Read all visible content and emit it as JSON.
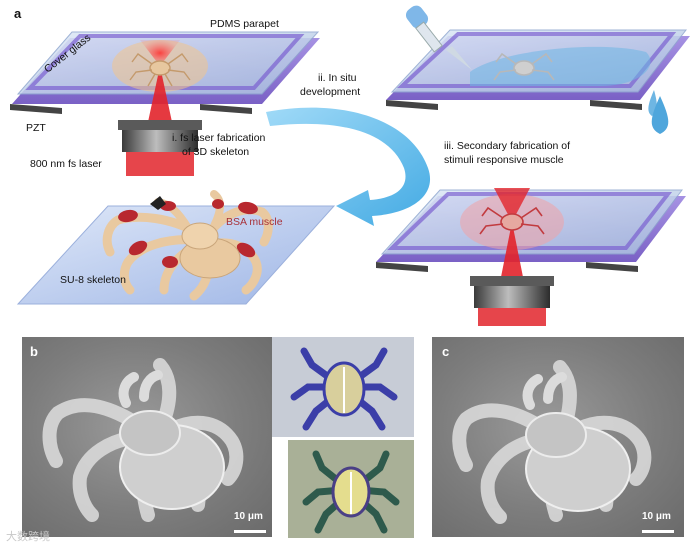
{
  "panel_a": {
    "letter": "a",
    "pdms_label": "PDMS parapet",
    "cover_glass_label": "Cover glass",
    "pzt_label": "PZT",
    "laser_label": "800 nm fs laser",
    "step1_line1": "i. fs laser fabrication",
    "step1_line2": "of 3D skeleton",
    "step2_line1": "ii. In situ",
    "step2_line2": "development",
    "step3_line1": "iii. Secondary fabrication of",
    "step3_line2": "stimuli responsive muscle",
    "bsa_label": "BSA muscle",
    "su8_label": "SU-8 skeleton"
  },
  "panel_b": {
    "letter": "b",
    "scale_label": "10 μm"
  },
  "panel_c": {
    "letter": "c",
    "scale_label": "10 μm"
  },
  "watermark": "大数跨境",
  "colors": {
    "glass": "#b9cde8",
    "pdms": "#8a6fd0",
    "laser": "#e2242b",
    "arrow": "#5bb8ea",
    "bsa_text": "#a8323a",
    "muscle": "#b8282f",
    "skeleton": "#e9c9a0"
  }
}
